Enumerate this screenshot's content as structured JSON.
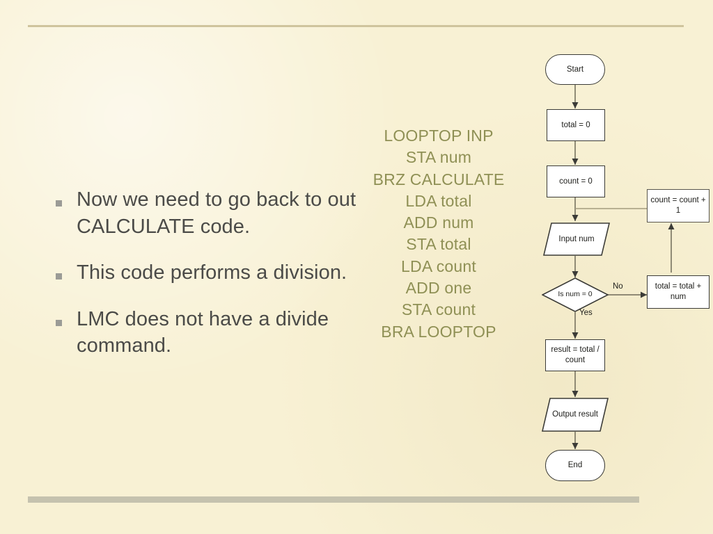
{
  "slide": {
    "background_color": "#f8f1d4",
    "rule_color_top": "#cfc49d",
    "rule_color_bottom": "#c5c2ae",
    "body_text_color": "#4b4b48",
    "code_text_color": "#8f9055",
    "bullet_marker_color": "#9b9b96",
    "node_fill": "#ffffff",
    "node_stroke": "#3b3b37"
  },
  "bullets": [
    {
      "text": "Now we need to go back to out CALCULATE code."
    },
    {
      "text": "This code performs a division."
    },
    {
      "text": "LMC does not have a divide command."
    }
  ],
  "code": {
    "lines": [
      "LOOPTOP INP",
      "STA num",
      "BRZ CALCULATE",
      "LDA total",
      "ADD num",
      "STA total",
      "LDA count",
      "ADD one",
      "STA count",
      "BRA LOOPTOP"
    ]
  },
  "flowchart": {
    "nodes": [
      {
        "id": "start",
        "label": "Start",
        "shape": "pill"
      },
      {
        "id": "total-init",
        "label": "total = 0",
        "shape": "rect"
      },
      {
        "id": "count-init",
        "label": "count = 0",
        "shape": "rect"
      },
      {
        "id": "input-num",
        "label": "Input num",
        "shape": "parallelogram"
      },
      {
        "id": "decision",
        "label": "Is num = 0",
        "shape": "diamond"
      },
      {
        "id": "count-incr",
        "label": "count = count + 1",
        "shape": "rect"
      },
      {
        "id": "total-accum",
        "label": "total = total + num",
        "shape": "rect"
      },
      {
        "id": "result-calc",
        "label": "result = total / count",
        "shape": "rect"
      },
      {
        "id": "output",
        "label": "Output result",
        "shape": "parallelogram"
      },
      {
        "id": "end",
        "label": "End",
        "shape": "pill"
      }
    ],
    "edge_labels": [
      {
        "id": "no",
        "text": "No"
      },
      {
        "id": "yes",
        "text": "Yes"
      }
    ]
  }
}
